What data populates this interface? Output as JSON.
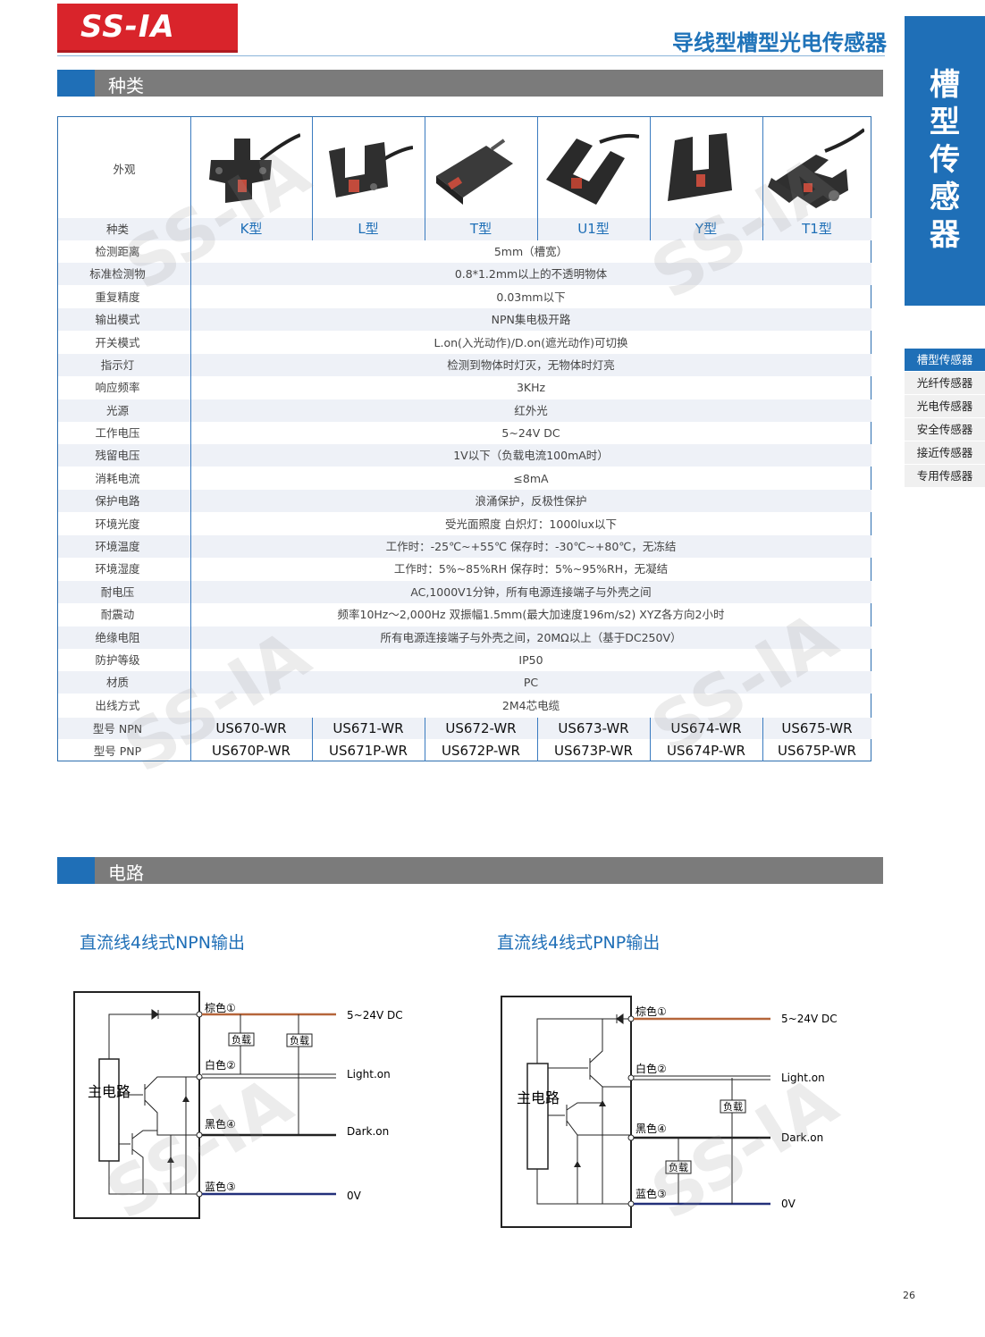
{
  "header": {
    "logo_text": "SS-IA",
    "title": "导线型槽型光电传感器"
  },
  "side": {
    "tab_label": "槽型传感器",
    "tab_chars": [
      "槽",
      "型",
      "传",
      "感",
      "器"
    ],
    "nav": [
      "槽型传感器",
      "光纤传感器",
      "光电传感器",
      "安全传感器",
      "接近传感器",
      "专用传感器"
    ]
  },
  "sections": {
    "types": "种类",
    "circuit": "电路"
  },
  "table": {
    "appearance_label": "外观",
    "type_label": "种类",
    "types": [
      "K型",
      "L型",
      "T型",
      "U1型",
      "Y型",
      "T1型"
    ],
    "specs": [
      {
        "k": "检测距离",
        "v": "5mm（槽宽）"
      },
      {
        "k": "标准检测物",
        "v": "0.8*1.2mm以上的不透明物体"
      },
      {
        "k": "重复精度",
        "v": "0.03mm以下"
      },
      {
        "k": "输出模式",
        "v": "NPN集电极开路"
      },
      {
        "k": "开关模式",
        "v": "L.on(入光动作)/D.on(遮光动作)可切换"
      },
      {
        "k": "指示灯",
        "v": "检测到物体时灯灭，无物体时灯亮"
      },
      {
        "k": "响应频率",
        "v": "3KHz"
      },
      {
        "k": "光源",
        "v": "红外光"
      },
      {
        "k": "工作电压",
        "v": "5~24V DC"
      },
      {
        "k": "残留电压",
        "v": "1V以下（负载电流100mA时）"
      },
      {
        "k": "消耗电流",
        "v": "≤8mA"
      },
      {
        "k": "保护电路",
        "v": "浪涌保护，反极性保护"
      },
      {
        "k": "环境光度",
        "v": "受光面照度 白炽灯：1000lux以下"
      },
      {
        "k": "环境温度",
        "v": "工作时：-25℃~+55℃  保存时：-30℃~+80℃，无冻结"
      },
      {
        "k": "环境湿度",
        "v": "工作时：5%~85%RH  保存时：5%~95%RH，无凝结"
      },
      {
        "k": "耐电压",
        "v": "AC,1000V1分钟，所有电源连接端子与外壳之间"
      },
      {
        "k": "耐震动",
        "v": "频率10Hz～2,000Hz   双振幅1.5mm(最大加速度196m/s2)   XYZ各方向2小时"
      },
      {
        "k": "绝缘电阻",
        "v": "所有电源连接端子与外壳之间，20MΩ以上（基于DC250V）"
      },
      {
        "k": "防护等级",
        "v": "IP50"
      },
      {
        "k": "材质",
        "v": "PC"
      },
      {
        "k": "出线方式",
        "v": "2M4芯电缆"
      }
    ],
    "npn_label": "型号  NPN",
    "pnp_label": "型号  PNP",
    "npn_models": [
      "US670-WR",
      "US671-WR",
      "US672-WR",
      "US673-WR",
      "US674-WR",
      "US675-WR"
    ],
    "pnp_models": [
      "US670P-WR",
      "US671P-WR",
      "US672P-WR",
      "US673P-WR",
      "US674P-WR",
      "US675P-WR"
    ]
  },
  "circuits": {
    "npn_title": "直流线4线式NPN输出",
    "pnp_title": "直流线4线式PNP输出",
    "main_circuit": "主电路",
    "wire_brown": "棕色①",
    "wire_white": "白色②",
    "wire_black": "黑色④",
    "wire_blue": "蓝色③",
    "load": "负载",
    "supply": "5~24V DC",
    "light_on": "Light.on",
    "dark_on": "Dark.on",
    "zero_v": "0V"
  },
  "watermark": "SS-IA",
  "page_number": "26",
  "colors": {
    "brand_red": "#d9242b",
    "brand_blue": "#1f6fb7",
    "brown_wire": "#b5653a",
    "blue_wire": "#23307a"
  }
}
